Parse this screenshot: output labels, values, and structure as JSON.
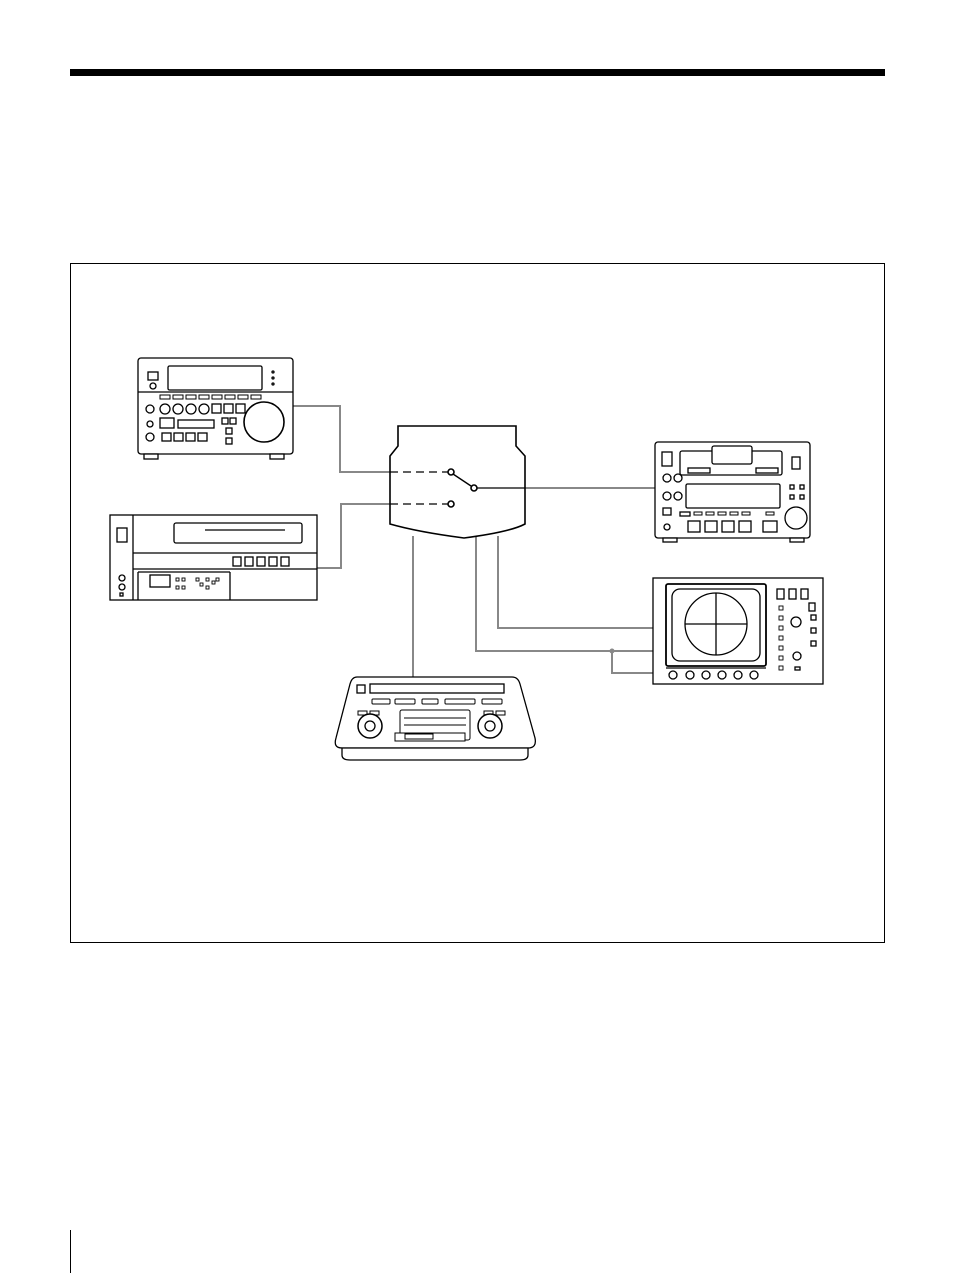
{
  "page": {
    "title": "",
    "caption": ""
  },
  "diagram": {
    "devices": [
      {
        "id": "player-vtr-1",
        "icon": "vtr-deck-icon"
      },
      {
        "id": "player-vtr-2",
        "icon": "vtr-deck-icon"
      },
      {
        "id": "routing-switcher",
        "icon": "switch-icon"
      },
      {
        "id": "recorder-deck",
        "icon": "disc-recorder-icon"
      },
      {
        "id": "waveform-monitor",
        "icon": "monitor-icon"
      },
      {
        "id": "edit-controller",
        "icon": "controller-icon"
      }
    ],
    "colors": {
      "ink": "#000000",
      "cable": "#888888"
    }
  }
}
